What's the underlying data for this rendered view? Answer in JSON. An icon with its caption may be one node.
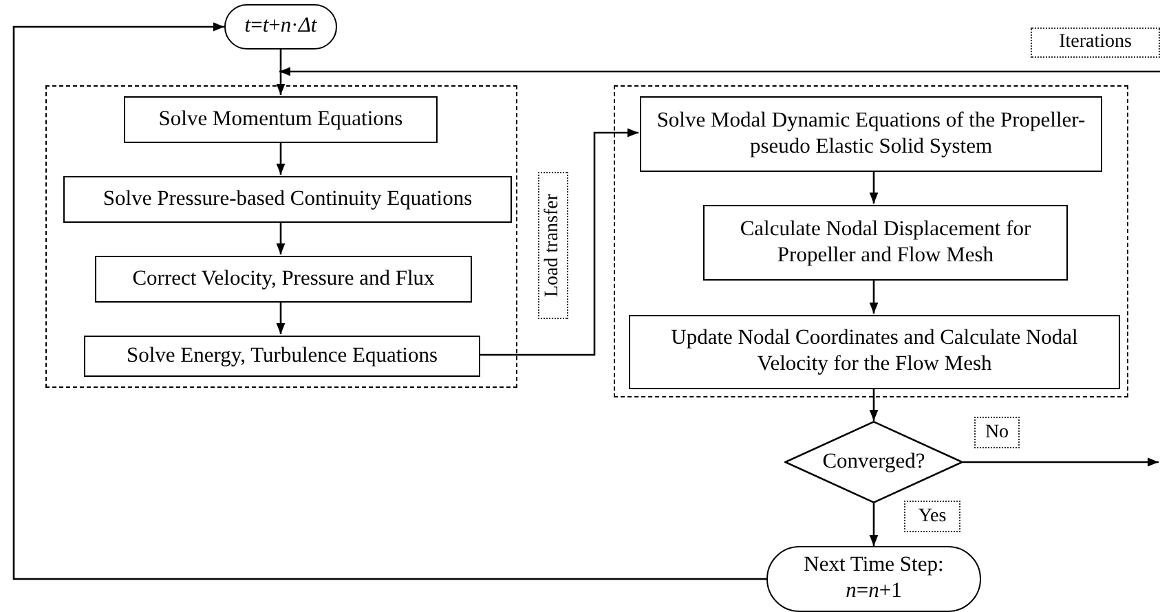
{
  "diagram": {
    "nodes": [
      {
        "text": [
          "*t*=*t*+*n*·*Δt*"
        ]
      },
      {
        "text": [],
        "shape": "box"
      },
      {
        "text": [
          "Solve Momentum Equations"
        ],
        "in": 1
      },
      {
        "text": [
          "Solve Pressure-based Continuity Equations"
        ],
        "in": 1
      },
      {
        "text": [
          "Correct Velocity, Pressure and Flux"
        ],
        "in": 1
      },
      {
        "text": [
          "Solve Energy, Turbulence Equations"
        ],
        "in": 1
      },
      {
        "text": [],
        "shape": "box"
      },
      {
        "text": [
          "Solve Modal Dynamic Equations of the Propeller-pseudo Elastic Solid System"
        ],
        "in": 6
      },
      {
        "text": [
          "Calculate Nodal Displacement for Propeller and Flow Mesh"
        ],
        "in": 6
      },
      {
        "text": [
          "Update Nodal Coordinates and Calculate Nodal Velocity for the Flow Mesh"
        ],
        "in": 6
      },
      {
        "text": [
          "Converged?"
        ]
      },
      {
        "text": [
          "Next Time Step: *n*=*n*+1"
        ]
      }
    ],
    "edges": [
      {
        "from": 0,
        "to": 2,
        "arrow": "to"
      },
      {
        "from": 2,
        "to": 3,
        "arrow": "to"
      },
      {
        "from": 3,
        "to": 4,
        "arrow": "to"
      },
      {
        "from": 4,
        "to": 5,
        "arrow": "to"
      },
      {
        "from": 5,
        "to": 7,
        "arrow": "to",
        "label": "Load transfer"
      },
      {
        "from": 7,
        "to": 8,
        "arrow": "to"
      },
      {
        "from": 8,
        "to": 9,
        "arrow": "to"
      },
      {
        "from": 9,
        "to": 10,
        "arrow": "to"
      },
      {
        "from": 10,
        "to": null,
        "arrow": "to",
        "label": "No"
      },
      {
        "from": 10,
        "to": 11,
        "arrow": "to",
        "label": "Yes"
      },
      {
        "from": 11,
        "to": 0,
        "arrow": "to"
      },
      {
        "from": null,
        "to": 2,
        "arrow": "to",
        "label": "Iterations"
      }
    ]
  }
}
